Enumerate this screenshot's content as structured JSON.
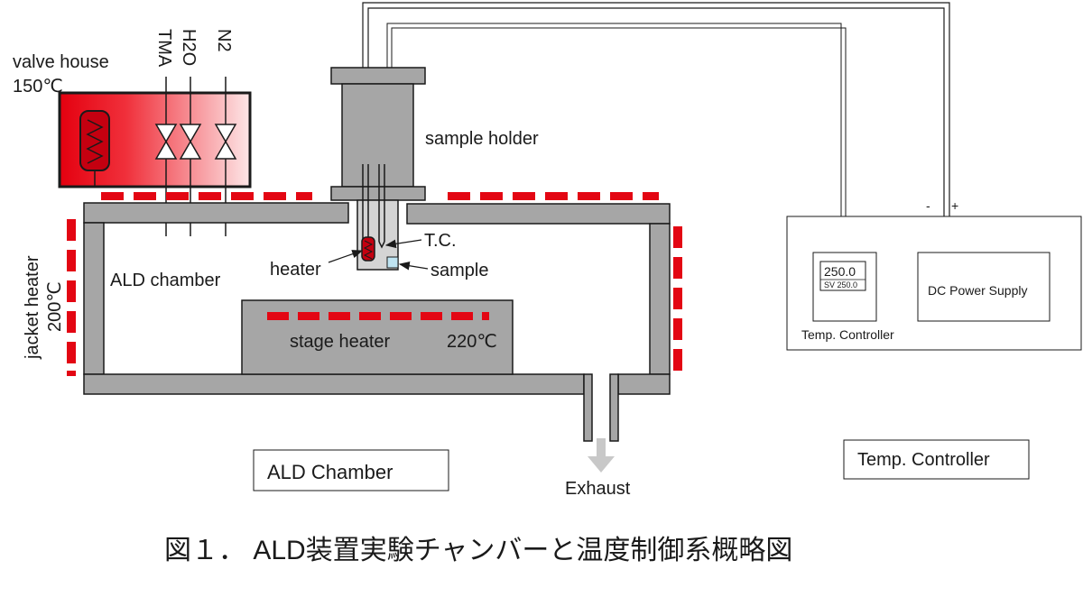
{
  "labels": {
    "valve_house": "valve house",
    "valve_house_temp": "150℃",
    "gas_tma": "TMA",
    "gas_h2o": "H2O",
    "gas_n2": "N2",
    "sample_holder": "sample holder",
    "tc": "T.C.",
    "heater": "heater",
    "sample": "sample",
    "ald_chamber_inner": "ALD chamber",
    "jacket_heater": "jacket heater",
    "jacket_heater_temp": "200℃",
    "stage_heater": "stage heater",
    "stage_heater_temp": "220℃",
    "exhaust": "Exhaust",
    "box_ald_chamber": "ALD Chamber",
    "box_temp_controller": "Temp. Controller",
    "controller_pv": "250.0",
    "controller_sv": "SV 250.0",
    "controller_label": "Temp. Controller",
    "dc_power_supply": "DC Power Supply",
    "polarity_minus": "-",
    "polarity_plus": "+",
    "caption": "図１． ALD装置実験チャンバーと温度制御系概略図"
  },
  "colors": {
    "chamber_wall": "#a6a6a6",
    "heater_red": "#e30613",
    "valve_house_gradient_start": "#e4000f",
    "valve_house_gradient_end": "#fde6e7",
    "outline": "#1a1a1a",
    "sample_blue": "#bfe4f2"
  }
}
